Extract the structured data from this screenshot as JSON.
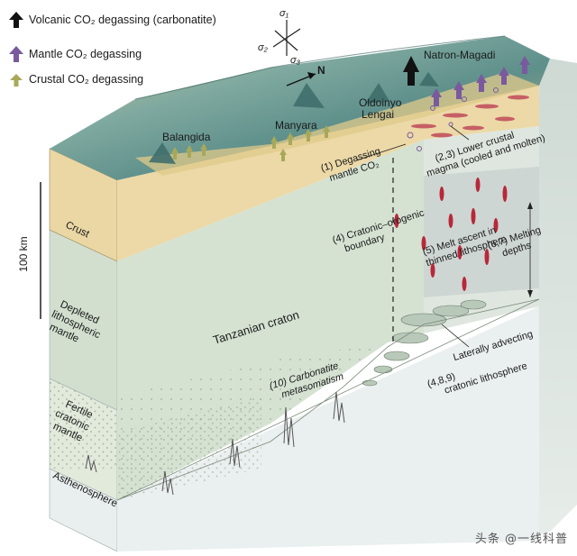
{
  "legend": {
    "volcanic": "Volcanic CO₂ degassing (carbonatite)",
    "mantle": "Mantle CO₂ degassing",
    "crustal": "Crustal CO₂ degassing"
  },
  "stress": {
    "s1": "σ₁",
    "s2": "σ₂",
    "s3": "σ₃"
  },
  "north": "N",
  "scale": "100 km",
  "places": {
    "balangida": "Balangida",
    "manyara": "Manyara",
    "oldoinyo_1": "Oldoinyo",
    "oldoinyo_2": "Lengai",
    "natron": "Natron-Magadi"
  },
  "layers": {
    "crust": "Crust",
    "depleted_1": "Depleted",
    "depleted_2": "lithospheric",
    "depleted_3": "mantle",
    "fertile_1": "Fertile",
    "fertile_2": "cratonic",
    "fertile_3": "mantle",
    "astheno": "Asthenosphere"
  },
  "annotations": {
    "a1_1": "(1) Degassing",
    "a1_2": "mantle CO₂",
    "a23_1": "(2,3) Lower crustal",
    "a23_2": "magma (cooled and molten)",
    "a4_1": "(4) Cratonic–orogenic",
    "a4_2": "boundary",
    "a5_1": "(5) Melt ascent in",
    "a5_2": "thinned lithosphere",
    "a67_1": "(6,7) Melting",
    "a67_2": "depths",
    "tanz": "Tanzanian craton",
    "a10_1": "(10) Carbonatite",
    "a10_2": "metasomatism",
    "a489_1": "Laterally advecting",
    "a489_2": "(4,8,9)",
    "a489_3": "cratonic lithosphere"
  },
  "watermark": "头条 @一线科普",
  "colors": {
    "crust": "#ebd7a4",
    "lithosphere": "#d5e2d2",
    "fertile": "#e2eadc",
    "asthenosphere": "#e9eeee",
    "volcanic_arrow": "#111111",
    "mantle_arrow": "#7a5a9e",
    "crustal_arrow": "#a8a85a",
    "melt": "#b8283a"
  }
}
